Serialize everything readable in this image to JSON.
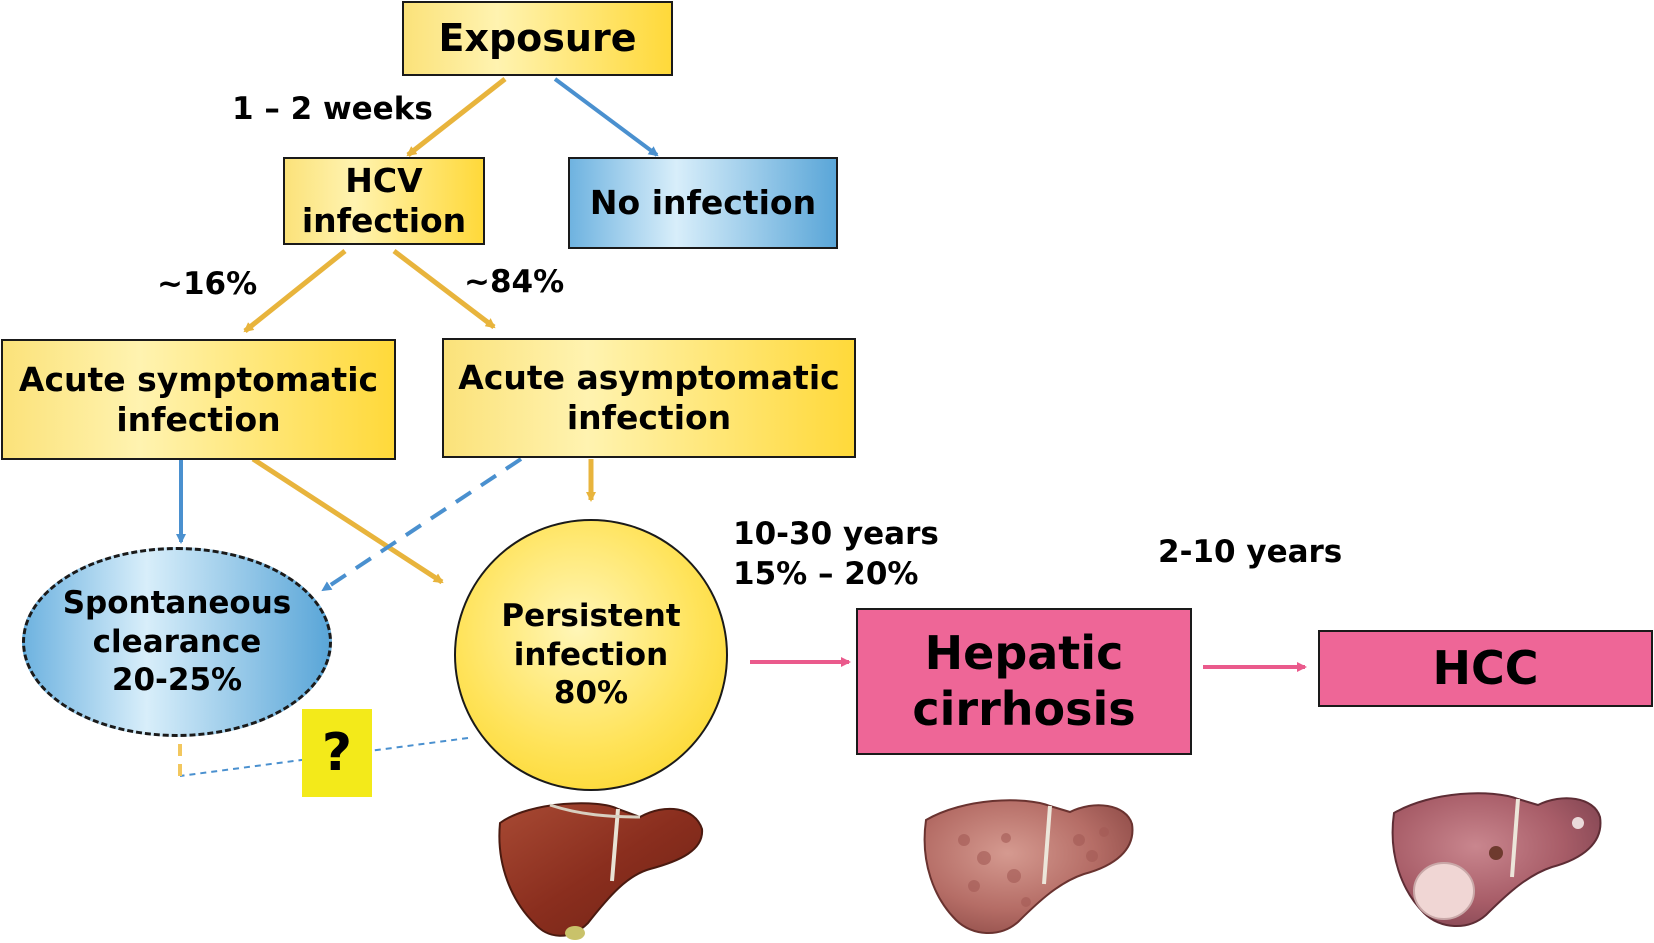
{
  "nodes": {
    "exposure": "Exposure",
    "hcv_infection": [
      "HCV",
      "infection"
    ],
    "no_infection": "No infection",
    "acute_symptomatic": [
      "Acute symptomatic",
      "infection"
    ],
    "acute_asymptomatic": [
      "Acute asymptomatic",
      "infection"
    ],
    "spontaneous_clearance": [
      "Spontaneous",
      "clearance",
      "20-25%"
    ],
    "persistent_infection": [
      "Persistent",
      "infection",
      "80%"
    ],
    "hepatic_cirrhosis": [
      "Hepatic",
      "cirrhosis"
    ],
    "hcc": "HCC",
    "question": "?"
  },
  "edge_labels": {
    "exposure_to_hcv": "1 – 2 weeks",
    "hcv_to_symptomatic": "~16%",
    "hcv_to_asymptomatic": "~84%",
    "persistent_to_cirrhosis": [
      "10-30 years",
      "15% – 20%"
    ],
    "cirrhosis_to_hcc": "2-10 years"
  },
  "illustrations": [
    "healthy-liver-illustration",
    "cirrhotic-liver-illustration",
    "hcc-liver-illustration"
  ],
  "colors": {
    "yellow_arrow": "#e8b43c",
    "blue_arrow": "#4a90cf",
    "pink_arrow": "#ea5a8c",
    "pink_box": "#ee6697",
    "question_box": "#f3ea1a"
  }
}
